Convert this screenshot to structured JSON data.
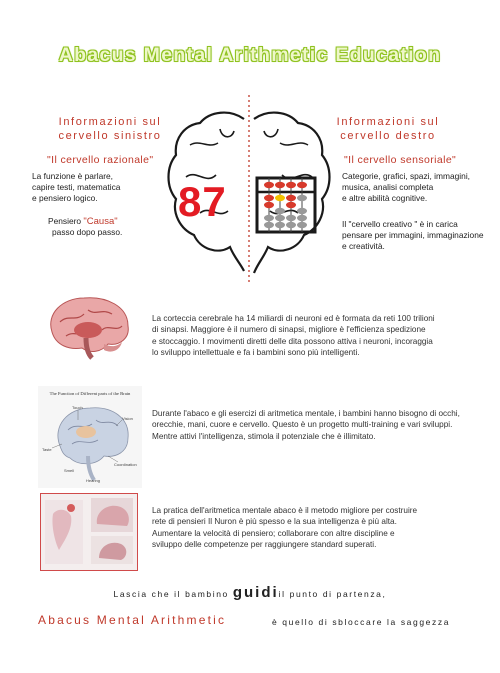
{
  "title": "Abacus Mental Arithmetic Education",
  "left": {
    "heading_line1": "Informazioni sul",
    "heading_line2": "cervello sinistro",
    "quote": "\"Il cervello razionale\"",
    "desc_lines": [
      "La funzione è parlare,",
      "capire testi, matematica",
      "e pensiero logico."
    ],
    "cause_prefix": "Pensiero",
    "cause_word": "\"Causa\"",
    "cause_suffix": "passo dopo passo."
  },
  "right": {
    "heading_line1": "Informazioni sul",
    "heading_line2": "cervello destro",
    "quote": "\"Il cervello sensoriale\"",
    "desc_lines": [
      "Categorie, grafici, spazi, immagini,",
      "musica, analisi completa",
      "e altre abilità cognitive."
    ],
    "creative_lines": [
      "Il \"cervello creativo \" è in carica",
      "pensare per immagini, immaginazione",
      "e creatività."
    ]
  },
  "brain_number": "87",
  "colors": {
    "accent_red": "#c0392b",
    "title_green": "#8fc21f",
    "number_red": "#e31b23"
  },
  "paragraphs": [
    {
      "lines": [
        "La corteccia cerebrale ha 14 miliardi di neuroni ed è formata da reti 100 trilioni",
        "di sinapsi. Maggiore è il numero di sinapsi, migliore è l'efficienza spedizione",
        "e stoccaggio. I movimenti diretti delle dita possono attiva i neuroni, incoraggia",
        "lo sviluppo intellettuale e fa i bambini sono più intelligenti."
      ]
    },
    {
      "lines": [
        "Durante l'abaco e gli esercizi di aritmetica mentale, i bambini hanno bisogno di occhi,",
        "orecchie, mani, cuore e cervello. Questo è un progetto multi-training e vari sviluppi.",
        "Mentre attivi l'intelligenza, stimola il potenziale che è illimitato."
      ]
    },
    {
      "lines": [
        "La pratica dell'aritmetica mentale abaco è il metodo migliore per costruire",
        "rete di pensieri Il Nuron è più spesso e la sua intelligenza è più alta.",
        "Aumentare la velocità di pensiero; collaborare con altre discipline e",
        "sviluppo delle competenze per raggiungere standard superati."
      ]
    }
  ],
  "diagram": {
    "title": "The Function of Different parts of the Brain",
    "labels": [
      "Touch",
      "Taste",
      "Smell",
      "Hearing",
      "Vision",
      "Coordination"
    ]
  },
  "footer": {
    "line1_prefix": "Lascia che il bambino",
    "line1_emph": "guidi",
    "line1_suffix": "il punto di partenza,",
    "line2_red": "Abacus Mental Arithmetic",
    "line2_rest": "è quello di sbloccare la saggezza"
  }
}
